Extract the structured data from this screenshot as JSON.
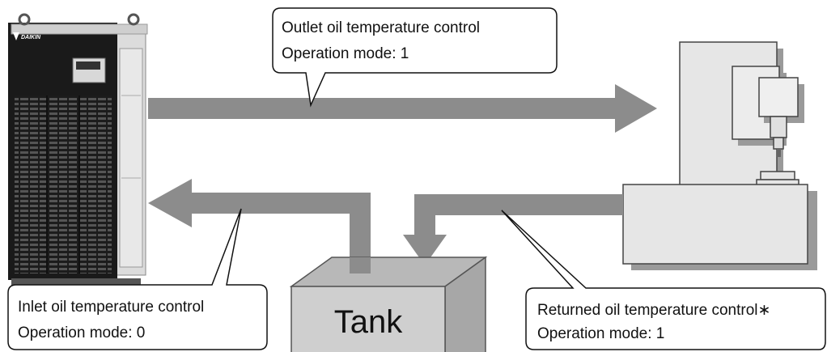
{
  "callouts": {
    "outlet": {
      "line1": "Outlet oil temperature control",
      "line2": "Operation mode: 1"
    },
    "inlet": {
      "line1": "Inlet oil temperature control",
      "line2": "Operation mode: 0"
    },
    "returned": {
      "line1": "Returned oil temperature control",
      "asterisk": "∗",
      "line2": "Operation mode: 1"
    }
  },
  "tank": {
    "label": "Tank"
  },
  "chiller": {
    "brand": "DAIKIN"
  },
  "colors": {
    "flow_arrow": "#8c8c8c",
    "tank_fill": "#cfcfcf",
    "machine_fill": "#e6e6e6",
    "chiller_body": "#1a1a1a"
  }
}
